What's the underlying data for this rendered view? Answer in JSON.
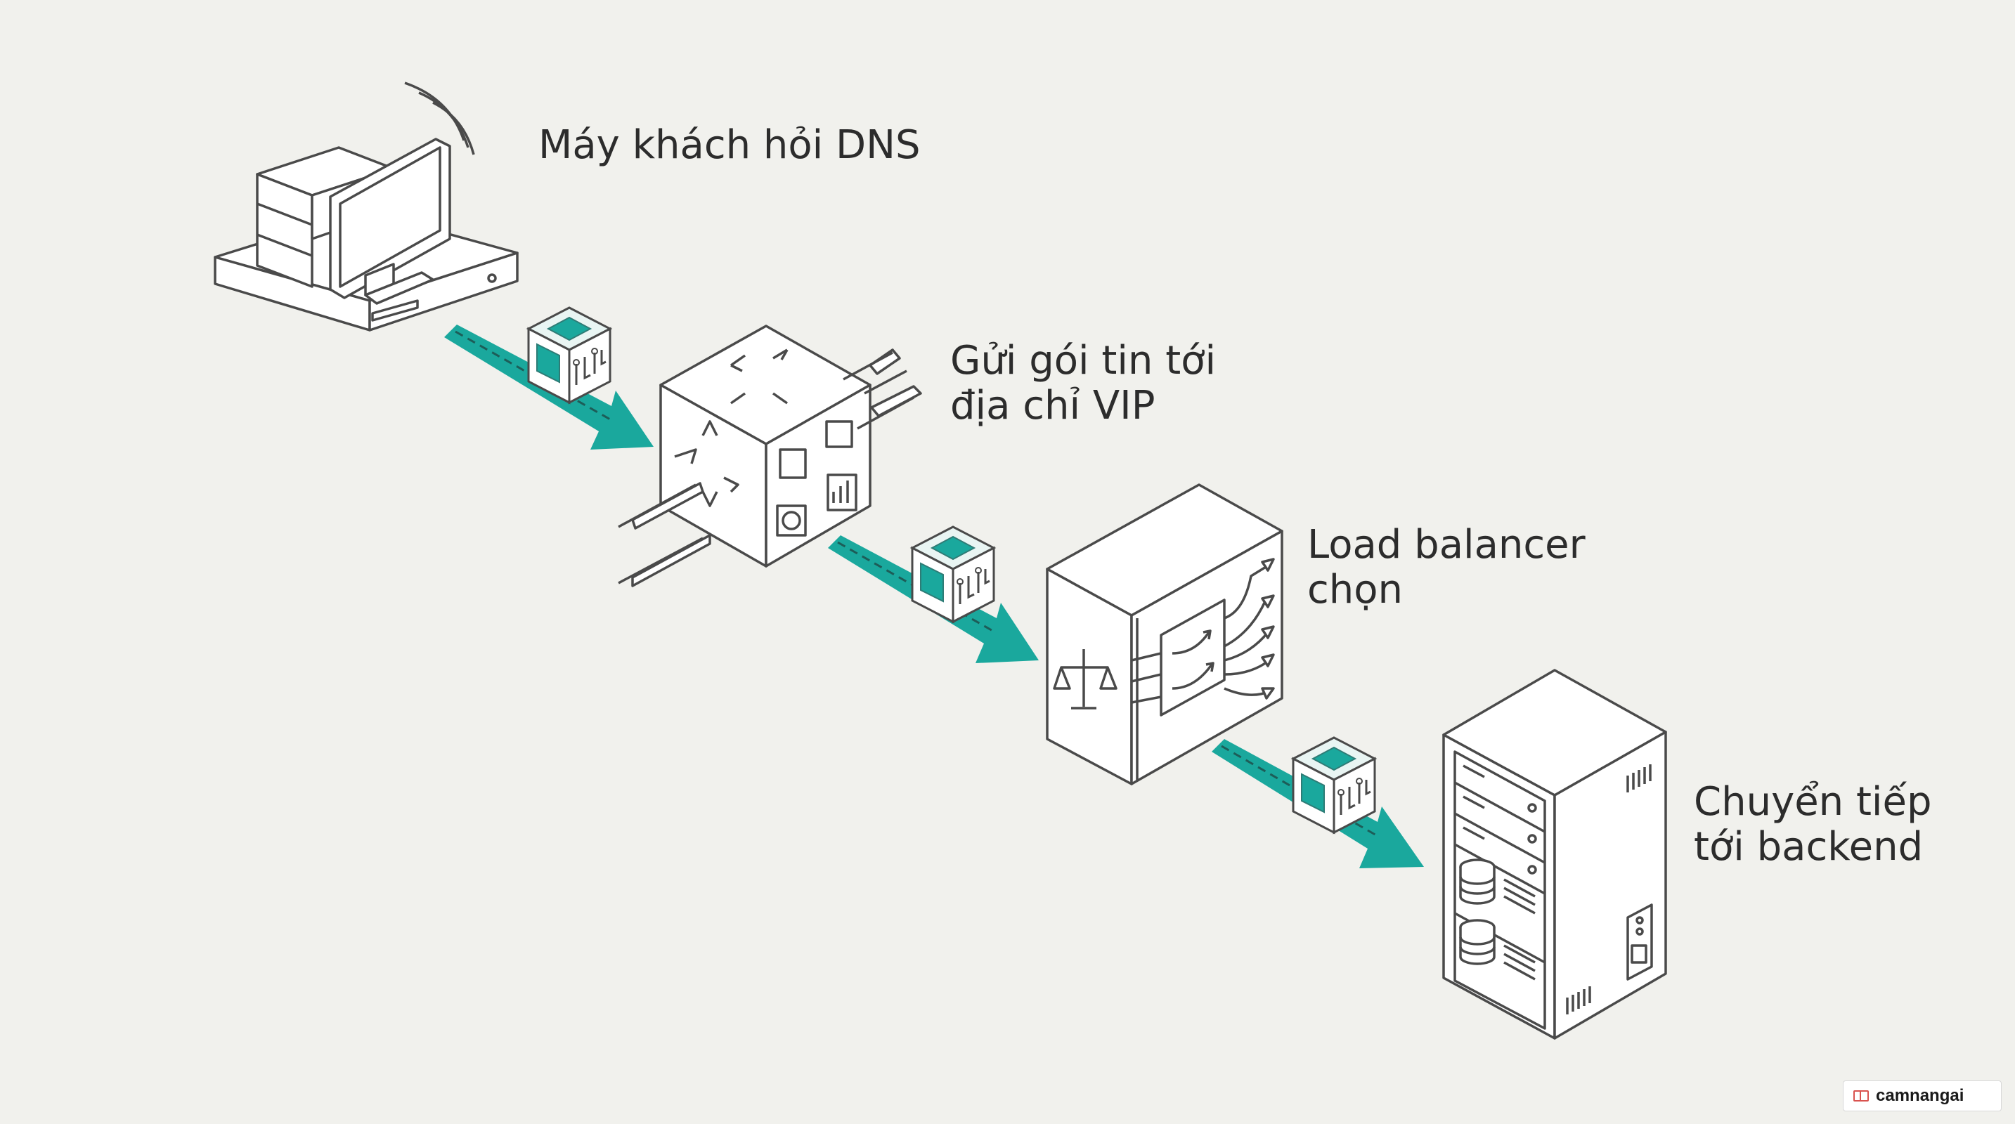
{
  "steps": [
    {
      "line1": "Máy khách hỏi DNS",
      "line2": ""
    },
    {
      "line1": "Gửi gói tin tới",
      "line2": "địa chỉ VIP"
    },
    {
      "line1": "Load balancer",
      "line2": "chọn"
    },
    {
      "line1": "Chuyển tiếp",
      "line2": "tới backend"
    }
  ],
  "watermark": {
    "text": "camnangai",
    "icon": "book-icon"
  },
  "colors": {
    "accent": "#1aa89d",
    "line": "#4a4a4a",
    "background": "#f1f1ed"
  }
}
